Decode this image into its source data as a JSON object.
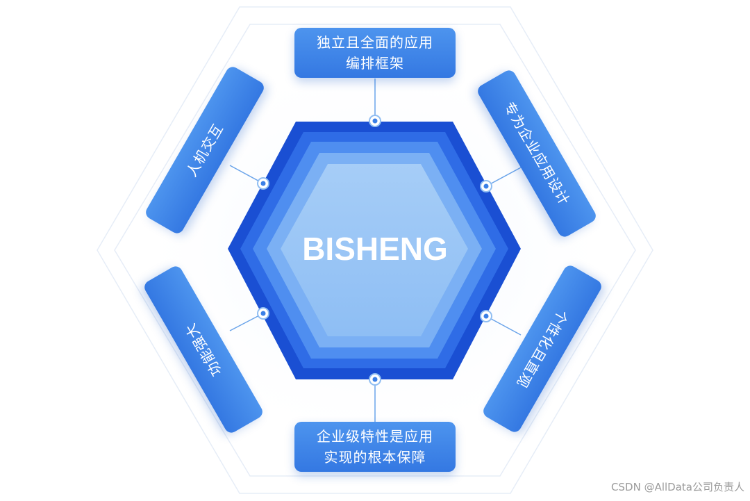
{
  "diagram": {
    "center_label": "BISHENG",
    "nodes": {
      "top": {
        "line1": "独立且全面的应用",
        "line2": "编排框架"
      },
      "upper_right": {
        "line1": "专为企业应用设计",
        "line2": ""
      },
      "lower_right": {
        "line1": "个性化且直观",
        "line2": ""
      },
      "bottom": {
        "line1": "企业级特性是应用",
        "line2": "实现的根本保障"
      },
      "lower_left": {
        "line1": "功能强大",
        "line2": ""
      },
      "upper_left": {
        "line1": "人机交互",
        "line2": ""
      }
    },
    "colors": {
      "card": "#3b80e6",
      "hex_outer": "#1f53d6",
      "hex_inner": "#a9d0f7",
      "connector": "#5a9be8"
    }
  },
  "watermark": "CSDN @AllData公司负责人"
}
